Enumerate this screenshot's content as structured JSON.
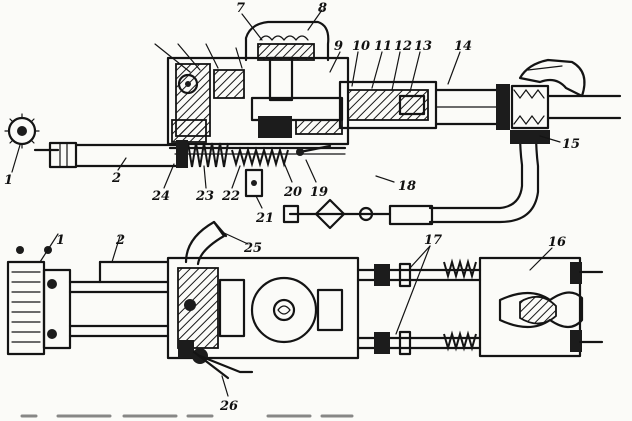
{
  "figure": {
    "callouts": [
      {
        "id": "c1a",
        "text": "1"
      },
      {
        "id": "c2a",
        "text": "2"
      },
      {
        "id": "c7",
        "text": "7"
      },
      {
        "id": "c8",
        "text": "8"
      },
      {
        "id": "c9",
        "text": "9"
      },
      {
        "id": "c10",
        "text": "10"
      },
      {
        "id": "c11",
        "text": "11"
      },
      {
        "id": "c12",
        "text": "12"
      },
      {
        "id": "c13",
        "text": "13"
      },
      {
        "id": "c14",
        "text": "14"
      },
      {
        "id": "c15",
        "text": "15"
      },
      {
        "id": "c18",
        "text": "18"
      },
      {
        "id": "c19",
        "text": "19"
      },
      {
        "id": "c20",
        "text": "20"
      },
      {
        "id": "c21",
        "text": "21"
      },
      {
        "id": "c22",
        "text": "22"
      },
      {
        "id": "c23",
        "text": "23"
      },
      {
        "id": "c24",
        "text": "24"
      },
      {
        "id": "c1b",
        "text": "1"
      },
      {
        "id": "c2b",
        "text": "2"
      },
      {
        "id": "c25",
        "text": "25"
      },
      {
        "id": "c17",
        "text": "17"
      },
      {
        "id": "c16",
        "text": "16"
      },
      {
        "id": "c26",
        "text": "26"
      }
    ]
  }
}
